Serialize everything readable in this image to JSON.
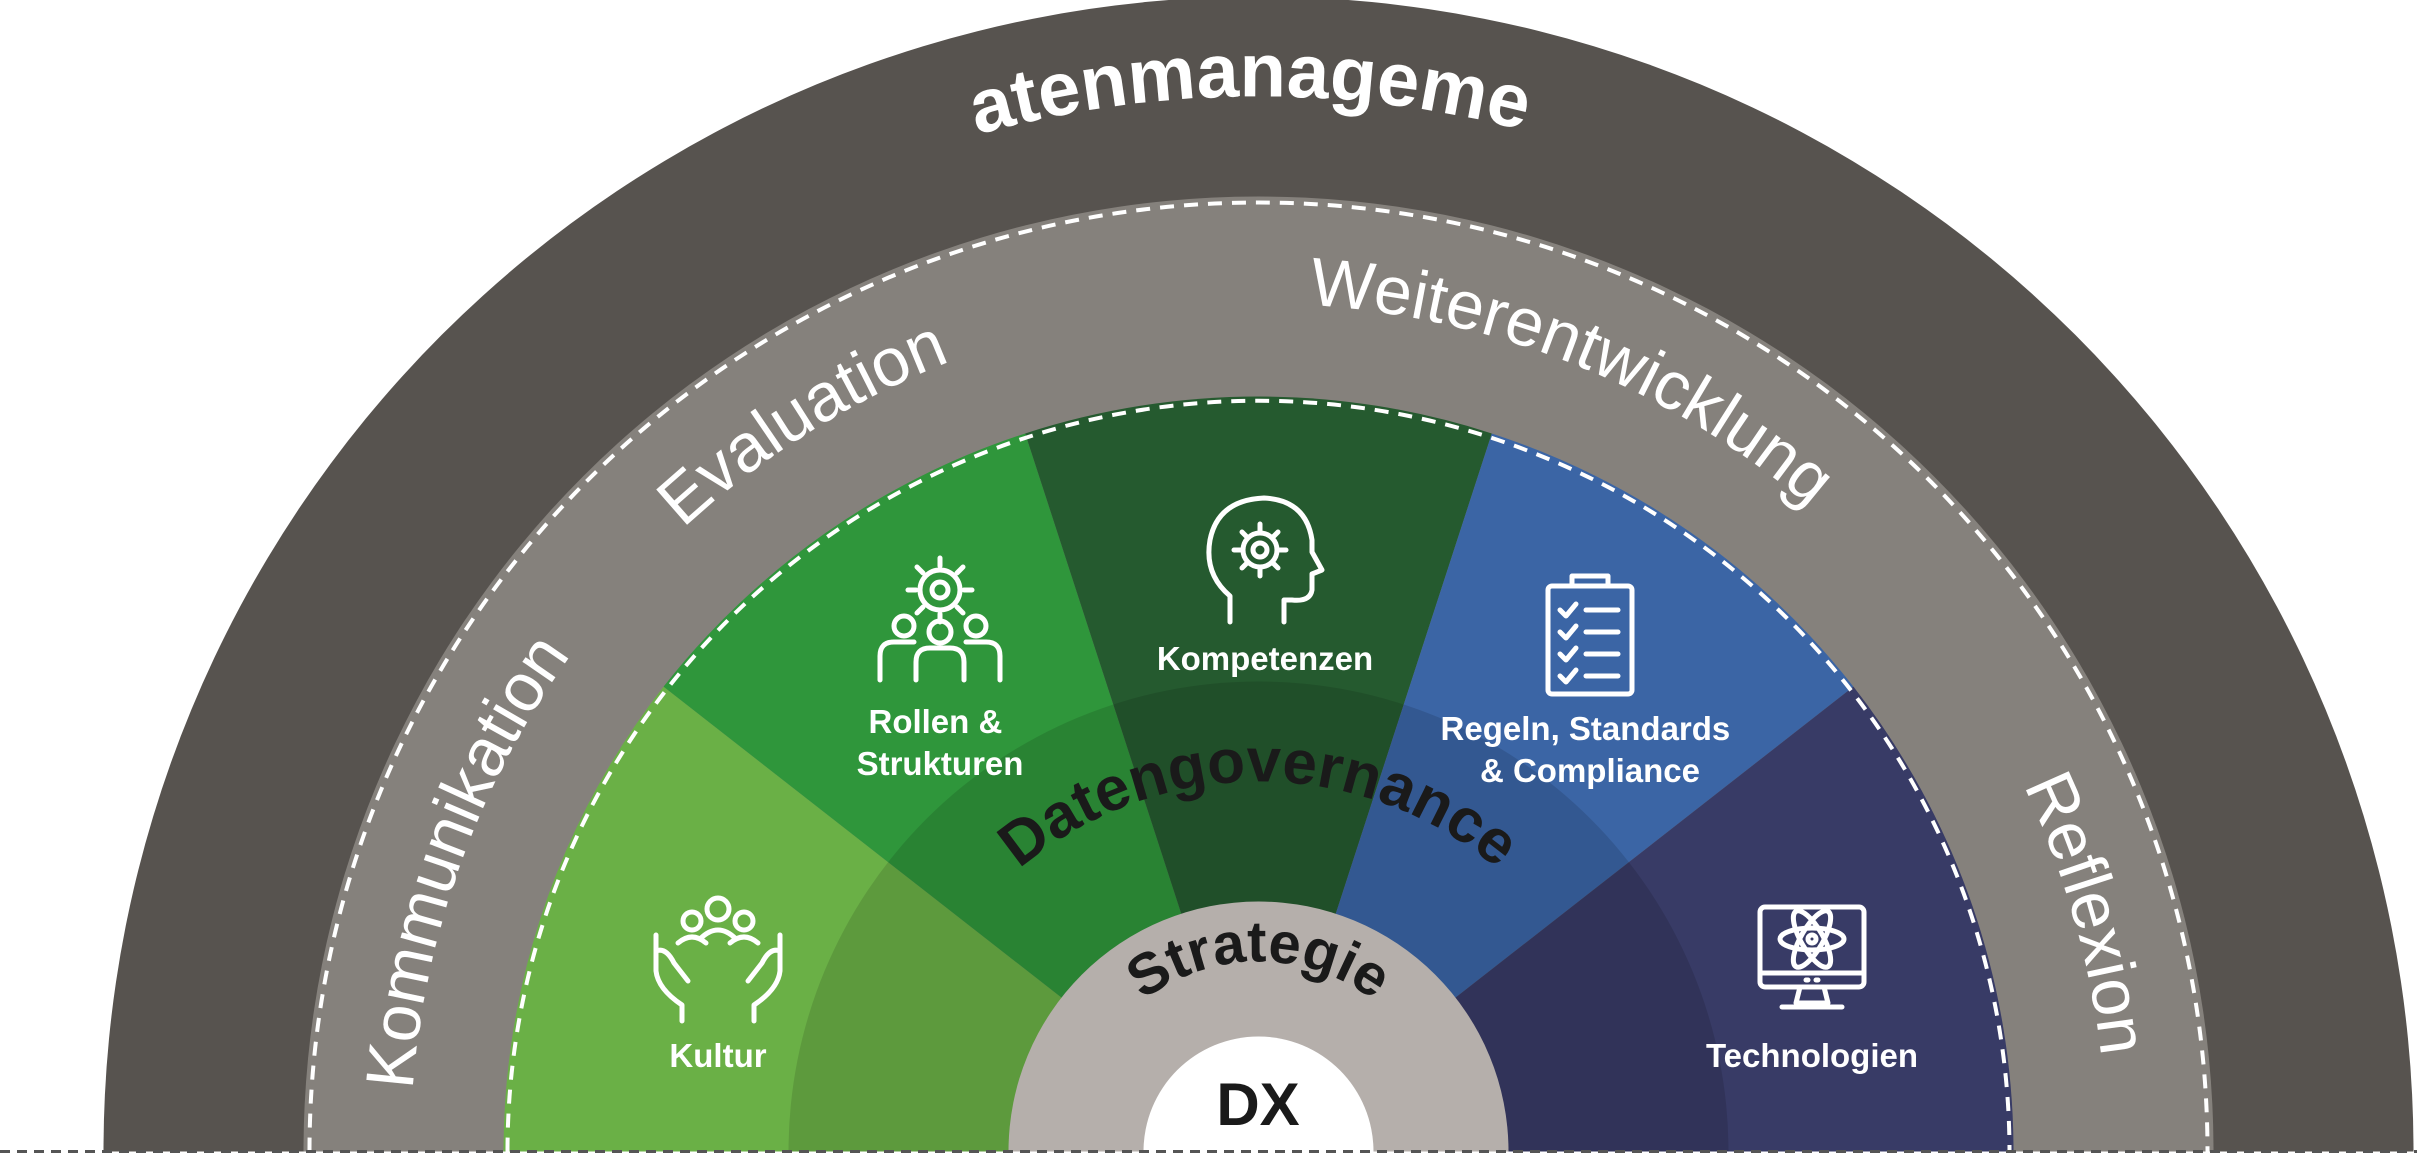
{
  "outer_ring": {
    "label": "Datenmanagement"
  },
  "middle_ring": {
    "labels": {
      "kommunikation": "Kommunikation",
      "evaluation": "Evaluation",
      "weiterentwicklung": "Weiterentwicklung",
      "reflexion": "Reflexion"
    }
  },
  "segments": [
    {
      "label_lines": [
        "Kultur"
      ],
      "icon": "hands-group-icon",
      "color": "#6ab046"
    },
    {
      "label_lines": [
        "Rollen &",
        "Strukturen"
      ],
      "icon": "team-gear-icon",
      "color": "#2f963b"
    },
    {
      "label_lines": [
        "Kompetenzen"
      ],
      "icon": "head-gear-icon",
      "color": "#255a2f"
    },
    {
      "label_lines": [
        "Regeln, Standards",
        "& Compliance"
      ],
      "icon": "clipboard-checklist-icon",
      "color": "#3b65a5"
    },
    {
      "label_lines": [
        "Technologien"
      ],
      "icon": "atom-monitor-icon",
      "color": "#383b66"
    }
  ],
  "inner_ring": {
    "label": "Datengovernance"
  },
  "strategy_ring": {
    "label": "Strategie"
  },
  "center": {
    "label": "DX"
  },
  "colors": {
    "outer_ring": "#57534f",
    "middle_ring": "#85817c",
    "strategy_ring": "#b5afab",
    "center": "#ffffff",
    "dash": "#ffffff"
  }
}
